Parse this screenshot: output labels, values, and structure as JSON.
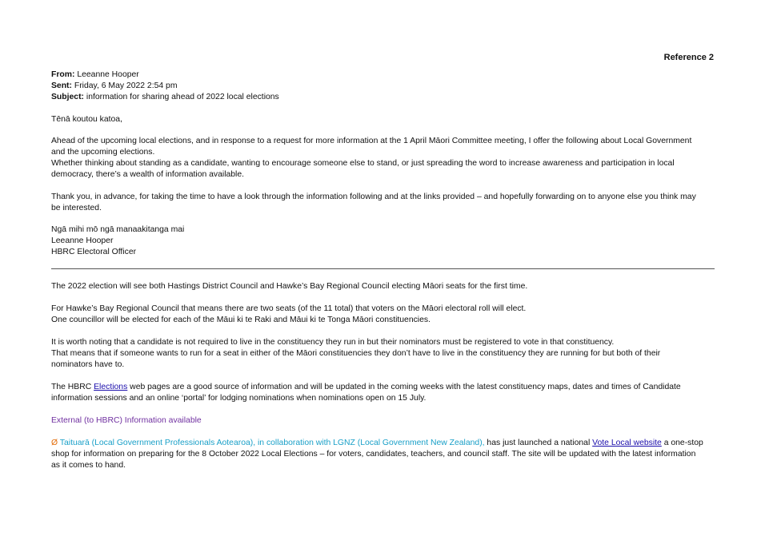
{
  "reference": "Reference 2",
  "header": {
    "from_label": "From:",
    "from_value": "Leeanne Hooper",
    "sent_label": "Sent:",
    "sent_value": "Friday, 6 May 2022 2:54 pm",
    "subject_label": "Subject:",
    "subject_value": "information for sharing ahead of 2022 local elections"
  },
  "greeting": "Tēnā koutou katoa,",
  "intro": {
    "p1_line1": "Ahead of the upcoming local elections, and in response to a request for more information at the 1 April Māori Committee meeting, I offer the following about Local Government",
    "p1_line2": "and the upcoming elections.",
    "p1_line3": "Whether thinking about standing as a candidate, wanting to encourage someone else to stand, or just spreading the word to increase awareness and participation in local",
    "p1_line4": "democracy, there’s a wealth of information available.",
    "p2_line1": "Thank you, in advance, for taking the time to have a look through the information following and at the links provided – and hopefully forwarding on to anyone else you think may",
    "p2_line2": "be interested."
  },
  "signoff": {
    "line1": "Ngā mihi mō ngā manaakitanga mai",
    "line2": "Leeanne Hooper",
    "line3": "HBRC Electoral Officer"
  },
  "body": {
    "s1": "The 2022 election will see both Hastings District Council and Hawke’s Bay Regional Council electing Māori seats for the first time.",
    "s2_line1": "For Hawke’s Bay Regional Council that means there are two seats (of the 11 total) that voters on the Māori electoral roll will elect.",
    "s2_line2": "One councillor will be elected for each of the Māui ki te Raki and Māui ki te Tonga Māori constituencies.",
    "s3_line1": "It is worth noting that a candidate is not required to live in the constituency they run in but their nominators must be registered to vote in that constituency.",
    "s3_line2": "That means that if someone wants to run for a seat in either of the Māori constituencies they don’t have to live in the constituency they are running for but both of their",
    "s3_line3": "nominators have to.",
    "s4_pre": "The HBRC ",
    "s4_link": "Elections",
    "s4_post_line1": " web pages are a good source of information and will be updated in the coming weeks with the latest constituency maps, dates and times of Candidate",
    "s4_line2": "information sessions and an online ‘portal’ for lodging nominations when nominations open on 15 July.",
    "external_heading": "External (to HBRC) Information available",
    "bullet_symbol": "Ø",
    "s5_org": " Taituarā (Local Government Professionals Aotearoa), in collaboration with LGNZ (Local Government New Zealand),",
    "s5_mid": " has just launched a national ",
    "s5_link": "Vote Local website",
    "s5_post_line1": " a one-stop",
    "s5_line2": "shop for information on preparing for the 8 October 2022 Local Elections – for voters, candidates, teachers, and council staff. The site will be updated with the latest information",
    "s5_line3": "as it comes to hand."
  },
  "colors": {
    "link": "#1a0dab",
    "heading_purple": "#7030a0",
    "org_teal": "#1aa0c8",
    "bullet_orange": "#e36c09"
  }
}
